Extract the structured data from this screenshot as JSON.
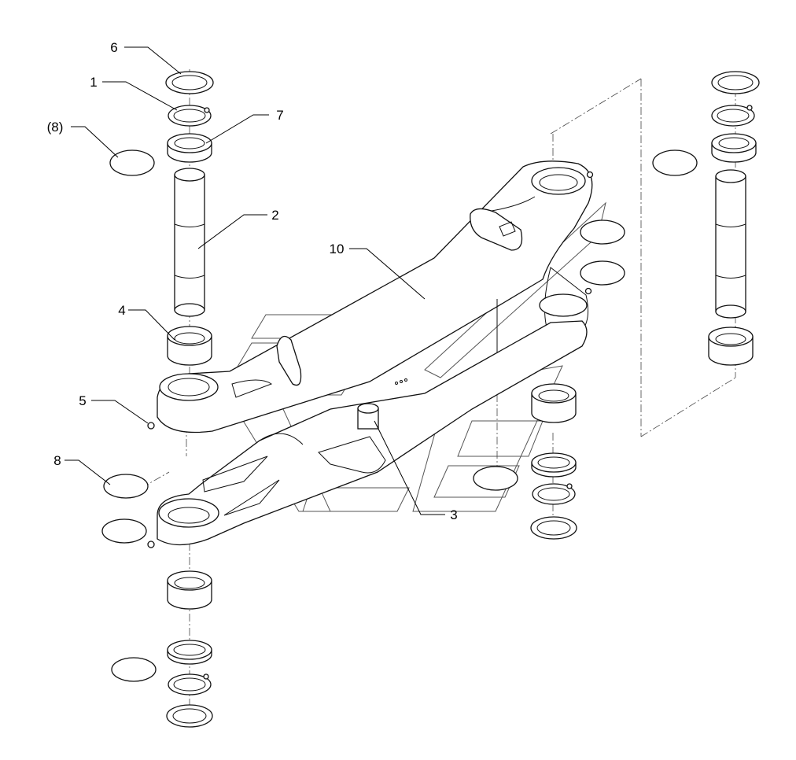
{
  "labels": {
    "l6": "6",
    "l1": "1",
    "l8a": "(8)",
    "l7": "7",
    "l2": "2",
    "l10": "10",
    "l4": "4",
    "l5": "5",
    "l8b": "8",
    "l3": "3"
  }
}
